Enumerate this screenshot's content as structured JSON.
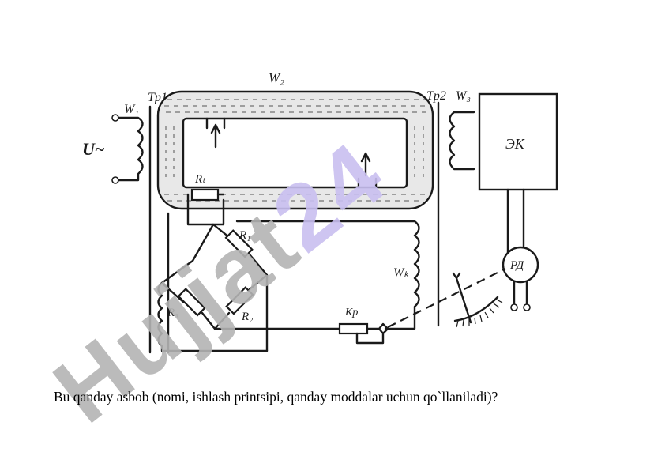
{
  "diagram": {
    "labels": {
      "w1": "W₁",
      "u": "U~",
      "tp1": "Tp1",
      "w2": "W₂",
      "tp2": "Tp2",
      "w3": "W₃",
      "ek": "ЭК",
      "rt": "Rₜ",
      "r1": "R₁",
      "r2": "R₂",
      "r3": "R₃",
      "wk": "Wₖ",
      "kp": "Kp",
      "rd": "РД"
    }
  },
  "watermark": {
    "text": "Hujjat24",
    "color": "#c9bff0",
    "gray": "#b4b4b4"
  },
  "question": "Bu qanday asbob (nomi, ishlash printsipi, qanday moddalar uchun qo`llaniladi)?"
}
